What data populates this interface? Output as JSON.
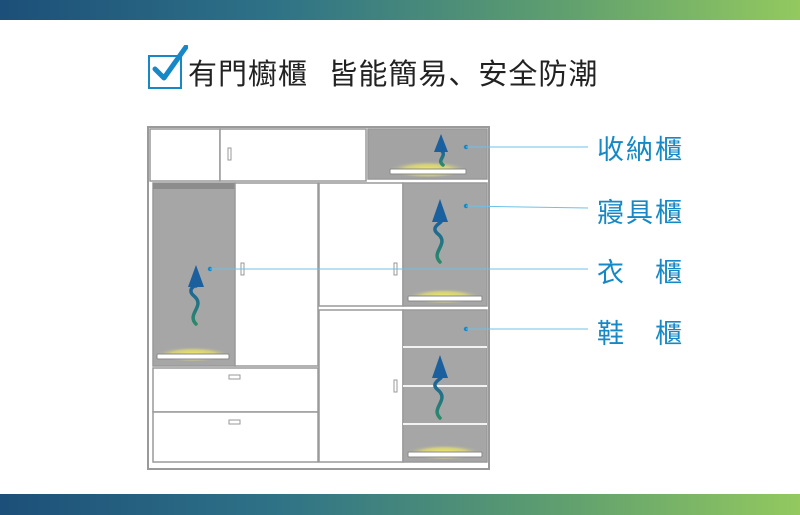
{
  "title": "有門櫥櫃  皆能簡易、安全防潮",
  "labels": {
    "storage": "收納櫃",
    "bedding": "寢具櫃",
    "clothes": "衣　櫃",
    "shoes": "鞋　櫃"
  },
  "icons": [
    "check-icon",
    "airflow-arrow-icon",
    "light-bar-icon"
  ],
  "colors": {
    "accent": "#1688c6",
    "gradient_start": "#1c4f79",
    "gradient_end": "#93c95f",
    "cabinet_interior": "#999999",
    "arrow_blue": "#1a5f9e",
    "arrow_green": "#2a8a6a",
    "light_glow": "#f0e860"
  }
}
